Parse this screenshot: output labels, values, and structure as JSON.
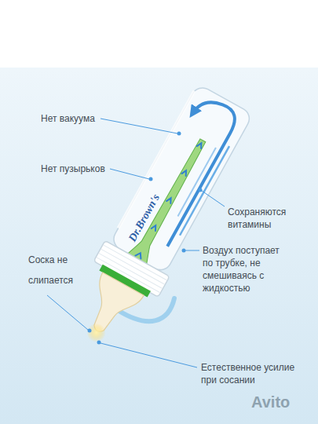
{
  "diagram": {
    "labels": [
      "Нет вакуума",
      "Нет пузырьков",
      "Dr.Brown's",
      "Сохраняются витамины",
      "Соска не слипается",
      "Воздух поступает по трубке, не смешиваясь с жидкостью",
      "Естественное усилие при сосании",
      "Avito"
    ]
  }
}
